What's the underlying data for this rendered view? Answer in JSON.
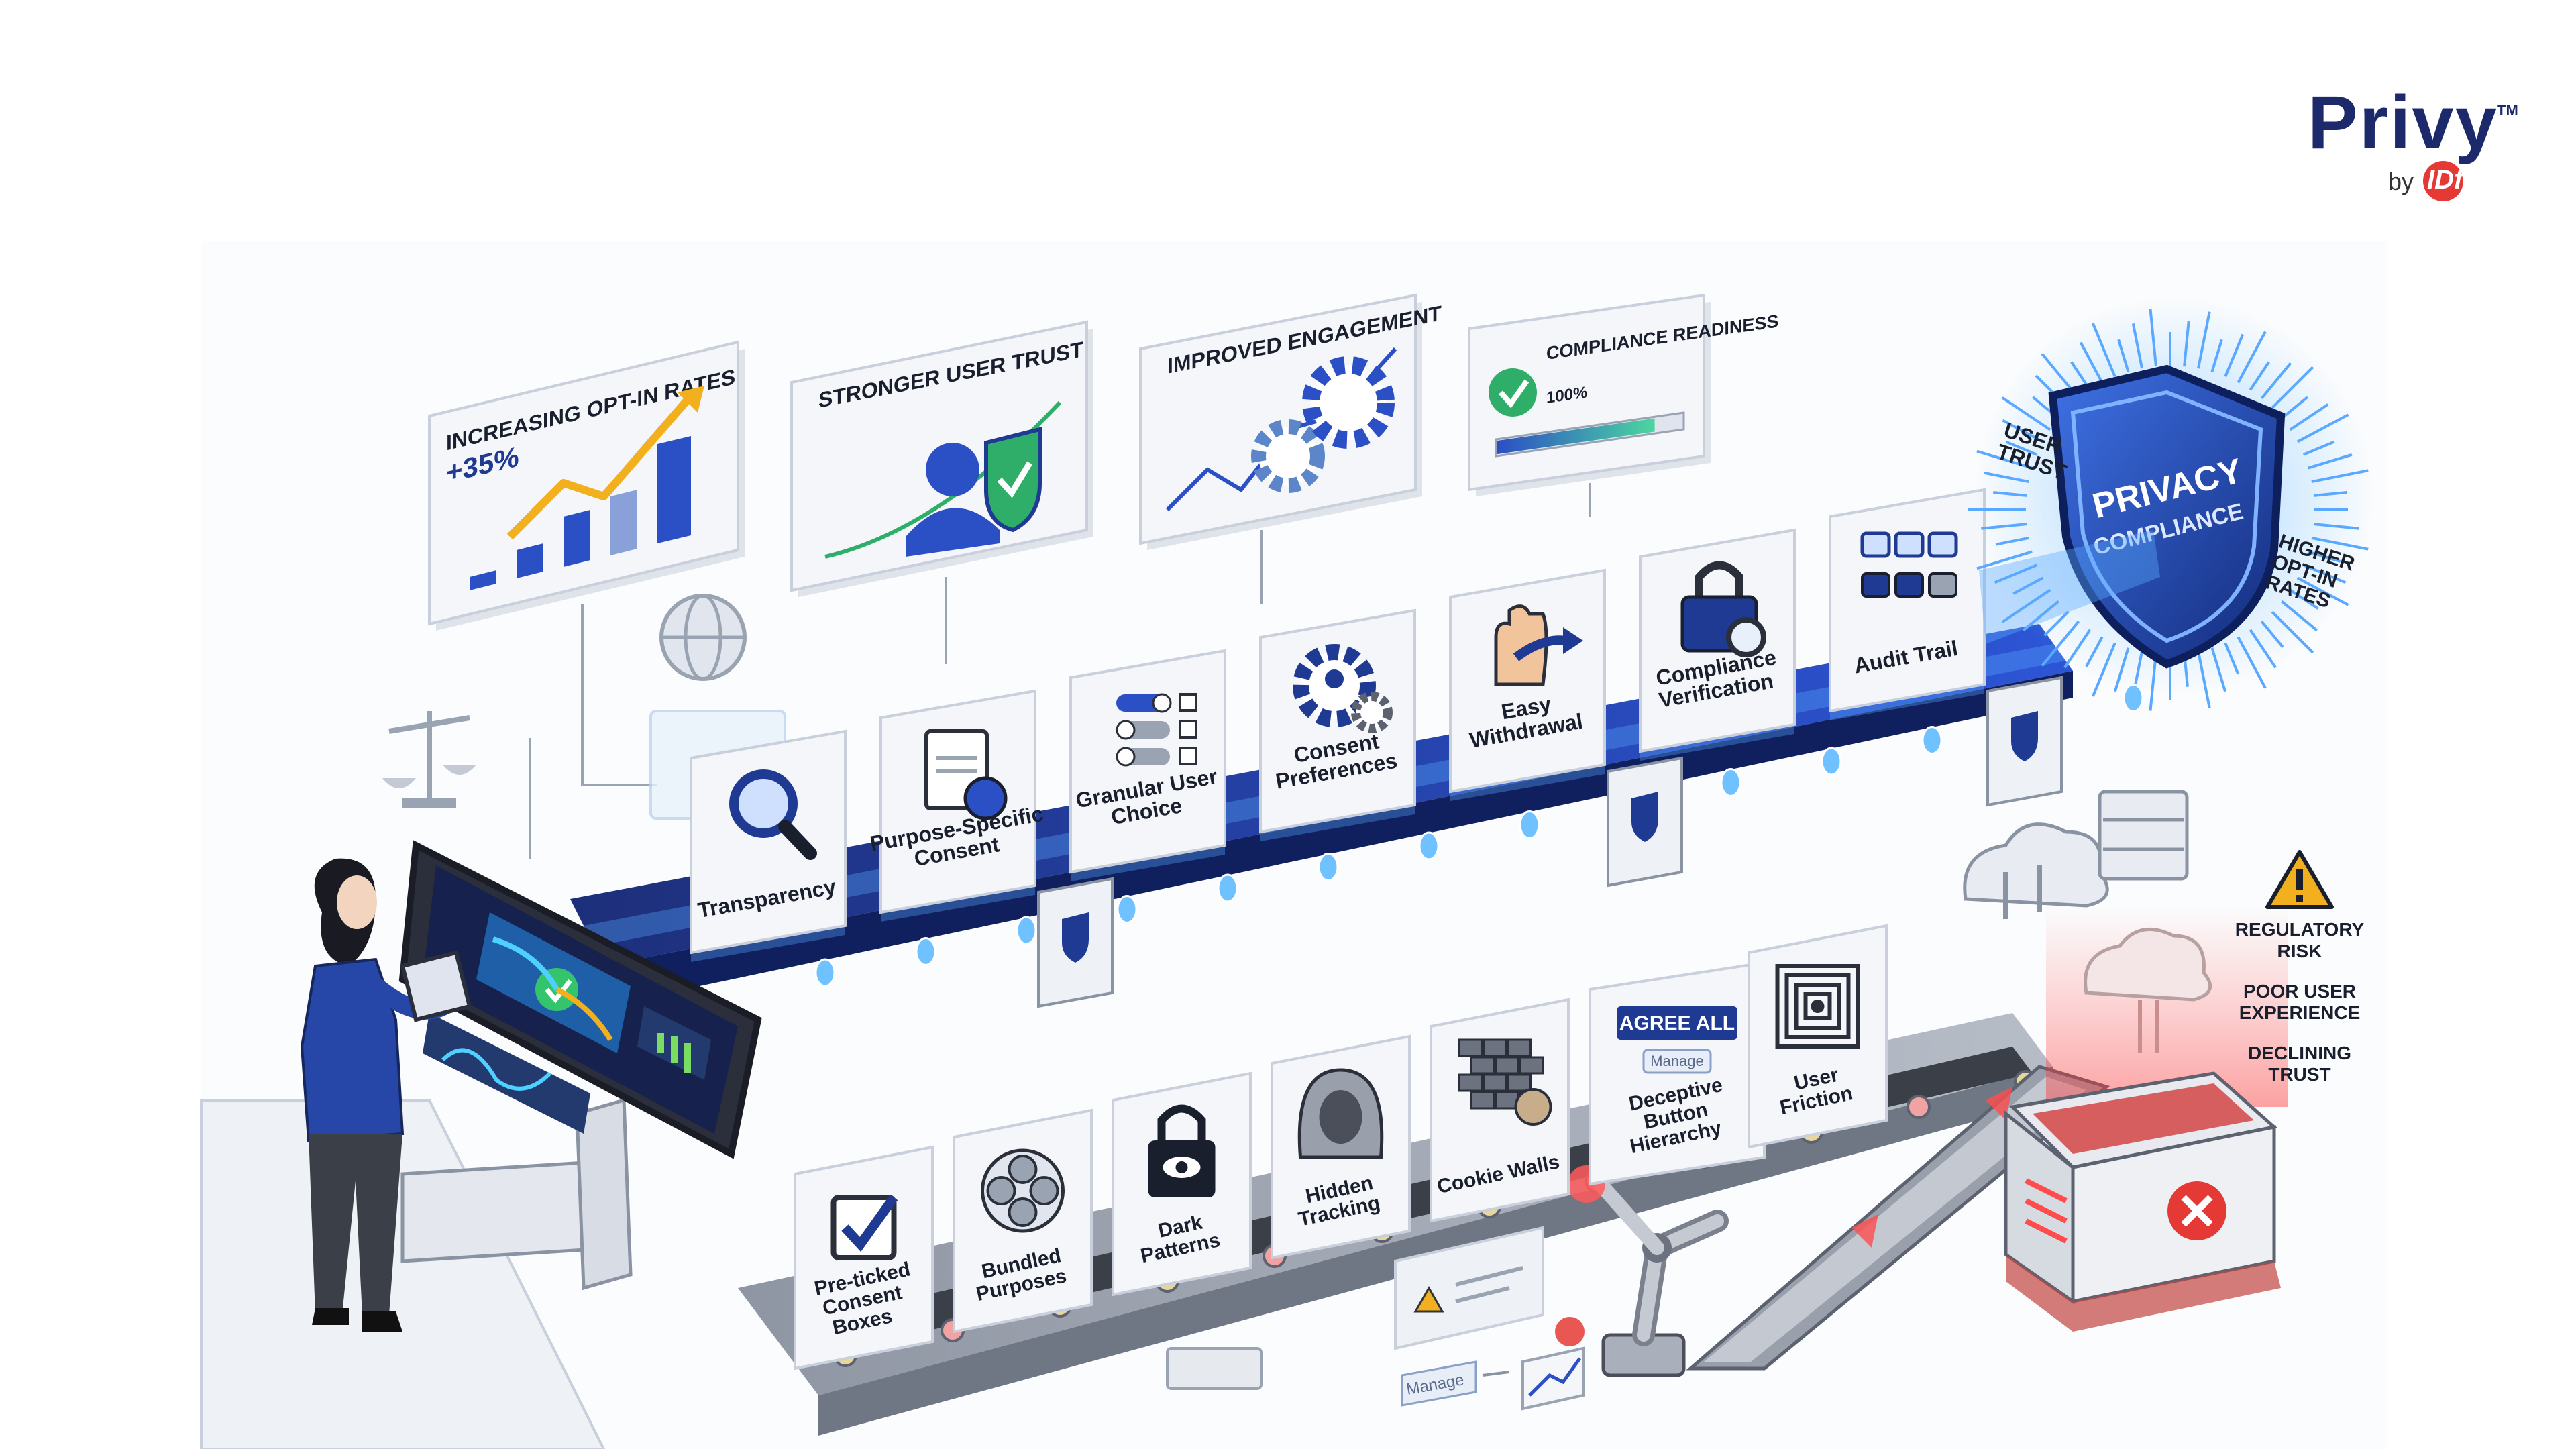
{
  "brand": {
    "name": "Privy",
    "trademark": "TM",
    "by": "by",
    "parent_logo": "IDfy"
  },
  "benefits": [
    {
      "title": "INCREASING OPT-IN RATES",
      "value": "+35%"
    },
    {
      "title": "STRONGER USER TRUST"
    },
    {
      "title": "IMPROVED ENGAGEMENT"
    },
    {
      "title": "COMPLIANCE READINESS",
      "value": "100%",
      "progress": 0.85
    }
  ],
  "good_belt": [
    {
      "label": "Transparency",
      "icon": "magnifier-icon"
    },
    {
      "label": "Purpose-Specific Consent",
      "icon": "document-check-icon"
    },
    {
      "label": "Granular User Choice",
      "icon": "toggles-icon"
    },
    {
      "label": "Consent Preferences",
      "icon": "gear-user-icon"
    },
    {
      "label": "Easy Withdrawal",
      "icon": "hand-arrow-icon"
    },
    {
      "label": "Compliance Verification",
      "icon": "lock-check-icon"
    },
    {
      "label": "Audit Trail",
      "icon": "flow-icon"
    }
  ],
  "shield": {
    "line1": "PRIVACY",
    "line2": "COMPLIANCE",
    "left_label": "USER TRUST",
    "right_label": "HIGHER OPT-IN RATES"
  },
  "bad_belt": [
    {
      "label": "Pre-ticked Consent Boxes",
      "icon": "checkbox-icon"
    },
    {
      "label": "Bundled Purposes",
      "icon": "bundle-icon"
    },
    {
      "label": "Dark Patterns",
      "icon": "padlock-eye-icon"
    },
    {
      "label": "Hidden Tracking",
      "icon": "hood-icon"
    },
    {
      "label": "Cookie Walls",
      "icon": "brick-cookie-icon"
    },
    {
      "label": "Deceptive Button Hierarchy",
      "icon": "agree-all-icon",
      "button_primary": "AGREE ALL",
      "button_secondary": "Manage"
    },
    {
      "label": "User Friction",
      "icon": "maze-icon"
    }
  ],
  "risks": [
    "REGULATORY RISK",
    "POOR USER EXPERIENCE",
    "DECLINING TRUST"
  ],
  "conveyor_panel": {
    "button": "Manage"
  },
  "colors": {
    "brand_navy": "#1c2a6b",
    "accent_blue": "#2b4fc4",
    "danger_red": "#e53935",
    "glow_blue": "#5aa9ff"
  }
}
